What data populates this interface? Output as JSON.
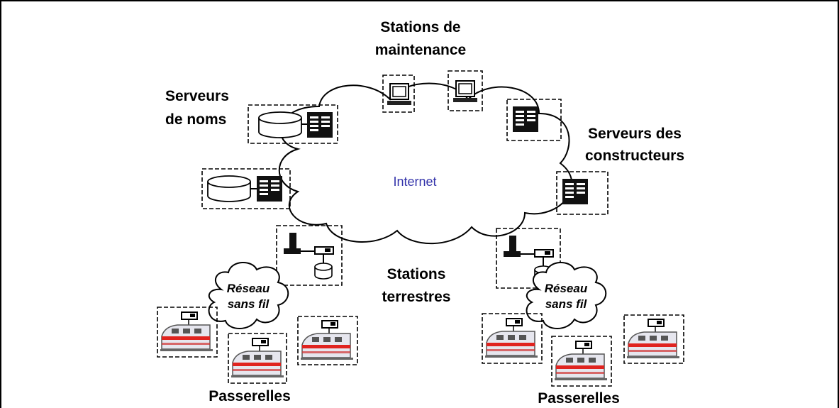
{
  "labels": {
    "maintenance": [
      "Stations de",
      "maintenance"
    ],
    "name_servers": [
      "Serveurs",
      "de noms"
    ],
    "manufacturers": [
      "Serveurs des",
      "constructeurs"
    ],
    "internet": "Internet",
    "ground_stations": [
      "Stations",
      "terrestres"
    ],
    "wireless_left": [
      "Réseau",
      "sans fil"
    ],
    "wireless_right": [
      "Réseau",
      "sans fil"
    ],
    "gateways_left": "Passerelles",
    "gateways_right": "Passerelles"
  }
}
